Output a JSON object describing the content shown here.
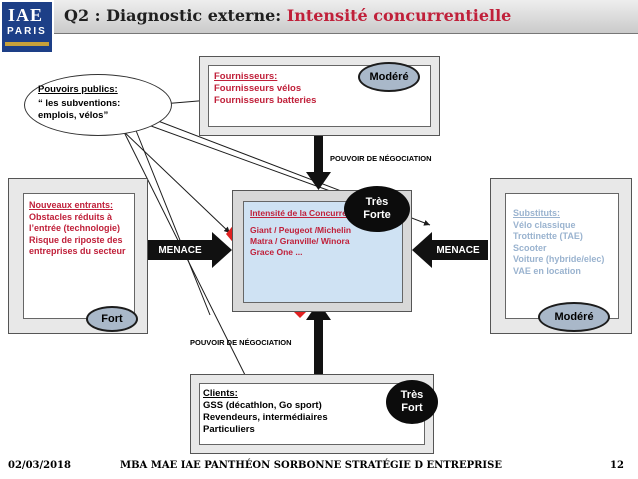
{
  "logo": {
    "line1": "IAE",
    "line2": "PARIS"
  },
  "header": {
    "title_prefix": "Q2 : Diagnostic externe:",
    "title_accent": "Intensité concurrentielle",
    "accent_color": "#c0203a"
  },
  "public_powers": {
    "title": "Pouvoirs publics:",
    "text": "“ les subventions: emplois, vélos”"
  },
  "suppliers": {
    "title": "Fournisseurs:",
    "lines": [
      "Fournisseurs vélos",
      "Fournisseurs batteries"
    ],
    "rating": "Modéré"
  },
  "new_entrants": {
    "title": "Nouveaux entrants:",
    "lines": [
      "Obstacles réduits à l’entrée (technologie)",
      "Risque de riposte des entreprises du secteur"
    ],
    "rating": "Fort"
  },
  "rivalry": {
    "title": "Intensité de la Concurrence",
    "lines": [
      "Giant / Peugeot /Michelin",
      "Matra / Granville/ Winora",
      "Grace One ..."
    ],
    "rating": "Très Forte"
  },
  "substitutes": {
    "title": "Substituts:",
    "lines": [
      "Vélo classique",
      "Trottinette (TAE)",
      "Scooter",
      "Voiture (hybride/elec)",
      "VAE en location"
    ],
    "rating": "Modéré"
  },
  "clients": {
    "title": "Clients:",
    "lines": [
      "GSS (décathlon, Go sport)",
      "Revendeurs, intermédiaires",
      "Particuliers"
    ],
    "rating": "Très Fort"
  },
  "labels": {
    "threat_left": "MENACE",
    "threat_right": "MENACE",
    "bargaining_top": "POUVOIR DE NÉGOCIATION",
    "bargaining_bottom": "POUVOIR DE NÉGOCIATION"
  },
  "footer": {
    "date": "02/03/2018",
    "text": "MBA MAE IAE PANTHÉON SORBONNE STRATÉGIE D ENTREPRISE",
    "page": "12"
  }
}
